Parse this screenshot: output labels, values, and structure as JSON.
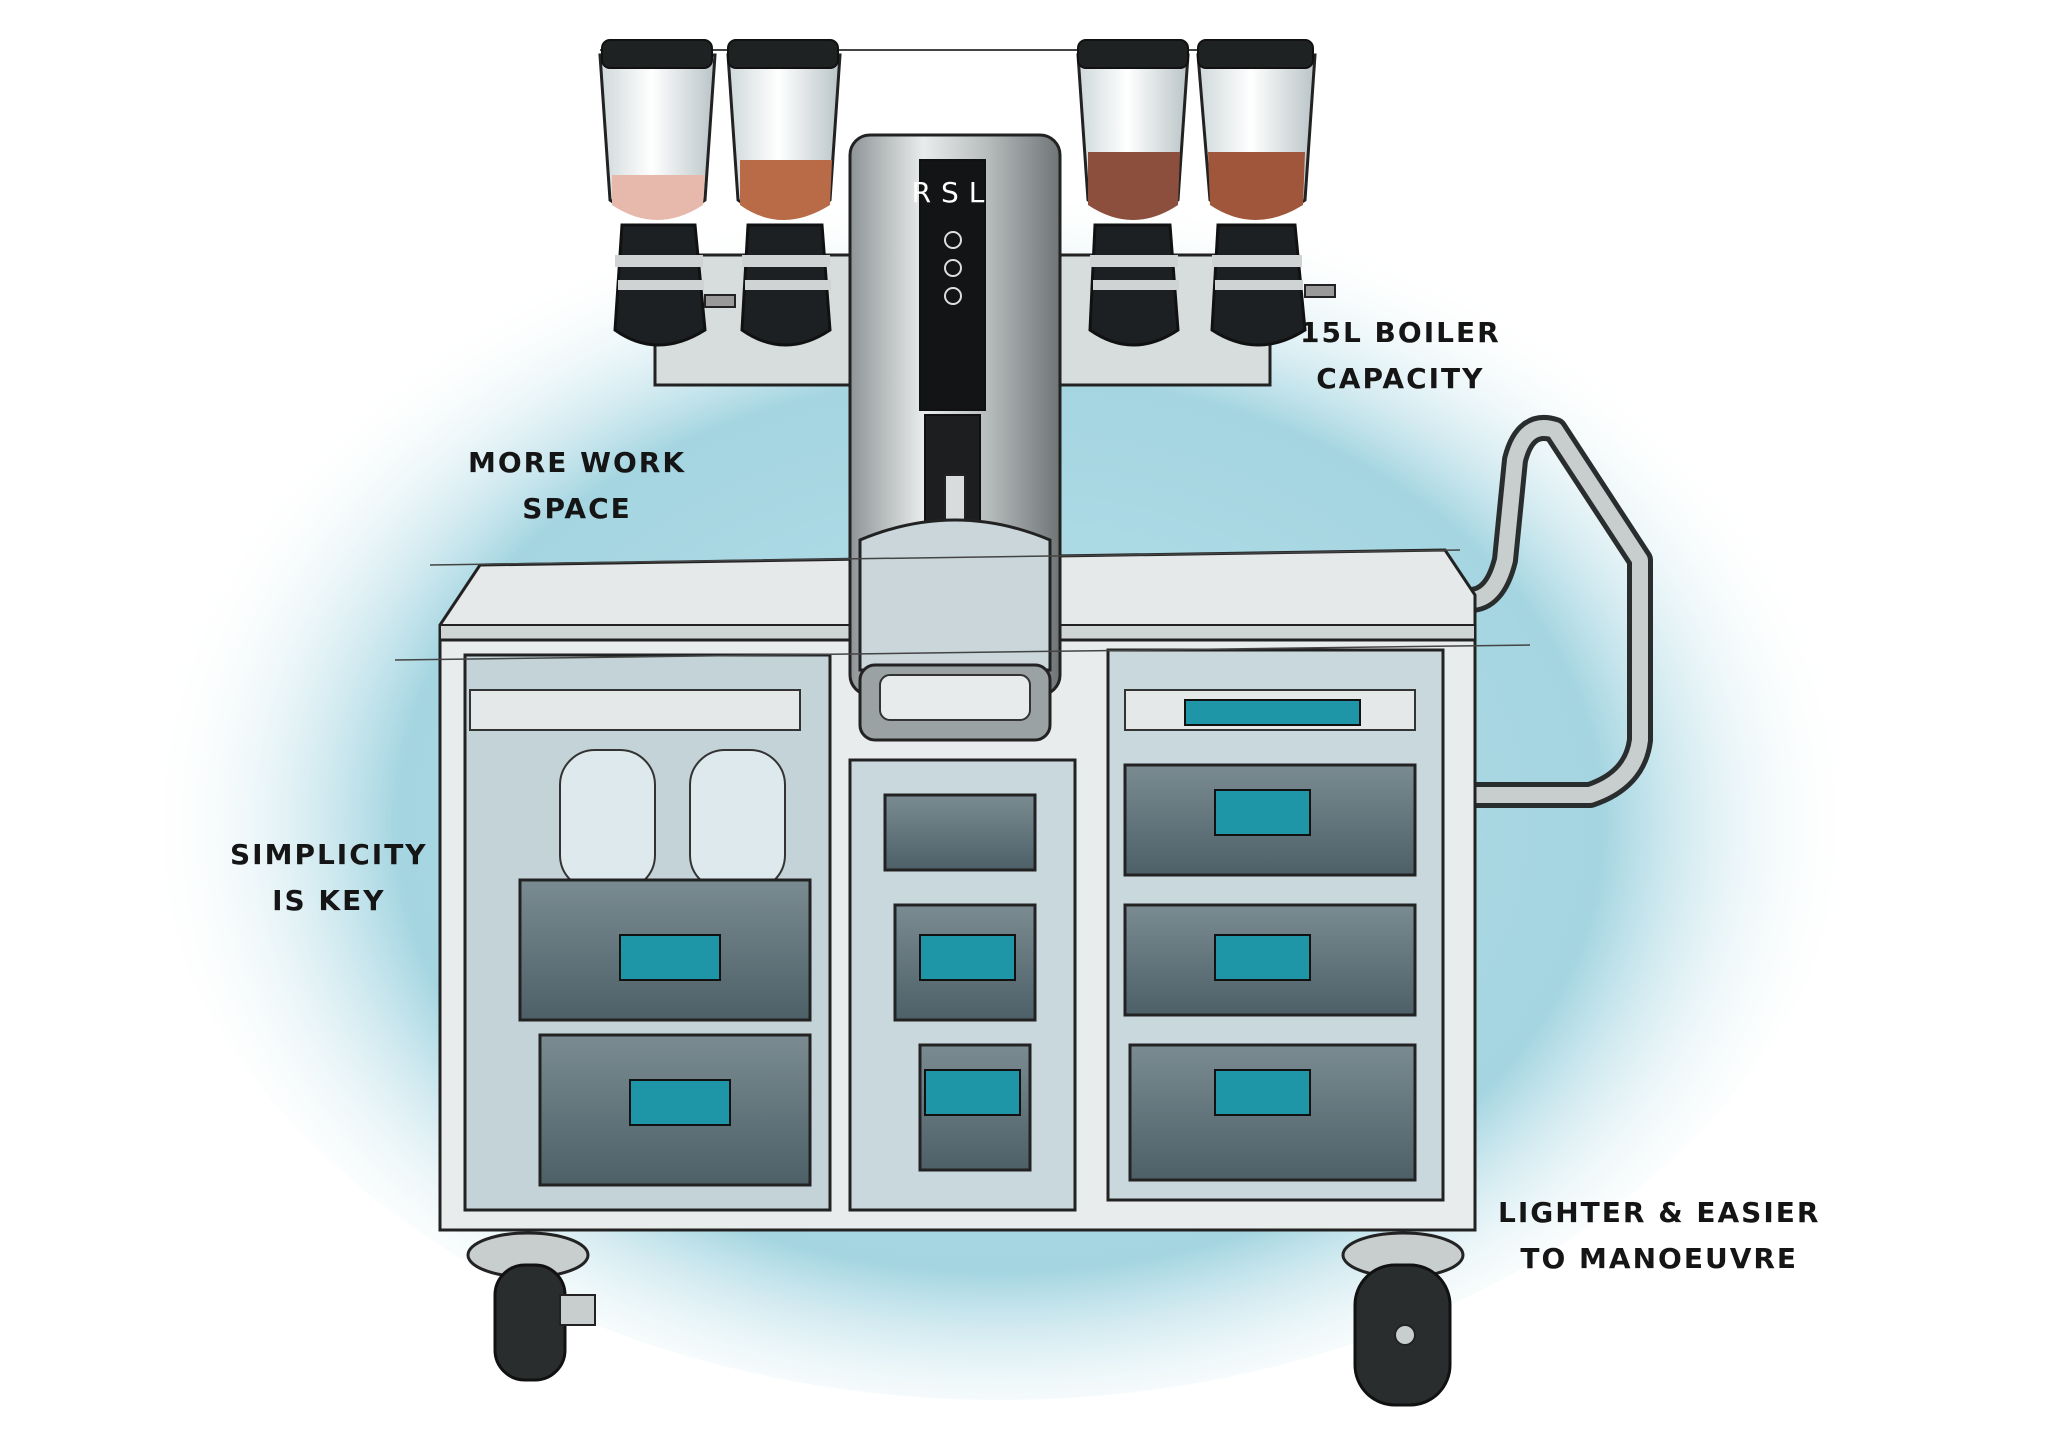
{
  "brand": "RSL",
  "annotations": {
    "boiler": [
      "15L BOILER",
      "CAPACITY"
    ],
    "workspace": [
      "MORE WORK",
      "SPACE"
    ],
    "simplicity": [
      "SIMPLICITY",
      "IS KEY"
    ],
    "mobility": [
      "LIGHTER & EASIER",
      "TO MANOEUVRE"
    ]
  },
  "colors": {
    "background_glow": "#9fd3e0",
    "steel": "#d9dcdd",
    "tray_grey": "#5f7278",
    "label_teal": "#1e96a8",
    "dark": "#1c1e1f"
  }
}
